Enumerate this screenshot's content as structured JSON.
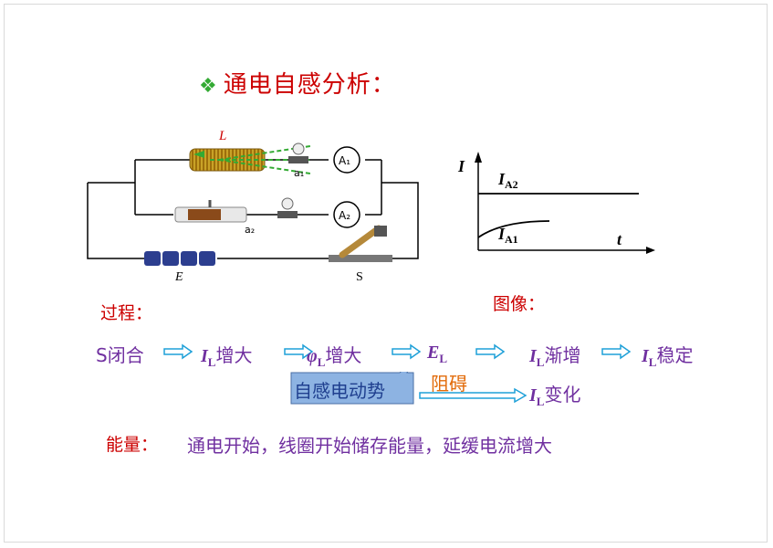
{
  "title": "通电自感分析：",
  "circuit": {
    "inductor_label": "L",
    "lamp1_label": "a₁",
    "lamp2_label": "a₂",
    "ammeter1": "A₁",
    "ammeter2": "A₂",
    "battery_label": "E",
    "switch_label": "S"
  },
  "graph": {
    "y_axis": "I",
    "x_axis": "t",
    "curve1_label": "I",
    "curve1_sub": "A2",
    "curve2_label": "I",
    "curve2_sub": "A1"
  },
  "labels": {
    "process": "过程：",
    "image": "图像：",
    "energy": "能量："
  },
  "process": {
    "s_closed": "S闭合",
    "il": "I",
    "il_sub": "L",
    "increase": "增大",
    "phi": "φ",
    "phi_sub": "L",
    "el": "E",
    "el_sub": "L",
    "gradual": "渐增",
    "stable": "稳定",
    "change": "变化",
    "self_emf": "自感电动势",
    "hinder": "阻碍"
  },
  "energy_text": "通电开始，线圈开始储存能量，延缓电流增大"
}
